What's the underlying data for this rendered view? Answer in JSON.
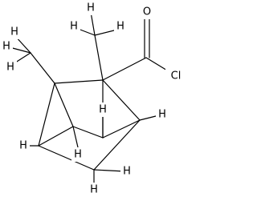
{
  "molecule": {
    "atoms": {
      "h_top_mid": "H",
      "h_top_right": "H",
      "h_top_left": "H",
      "h_left_upper": "H",
      "h_left_lower": "H",
      "h_right_mid": "H",
      "h_bottom_left": "H",
      "h_center": "H",
      "h_right_center": "H",
      "h_bottom_right": "H",
      "h_bottom_mid": "H",
      "oxygen": "O",
      "chlorine": "Cl"
    }
  }
}
